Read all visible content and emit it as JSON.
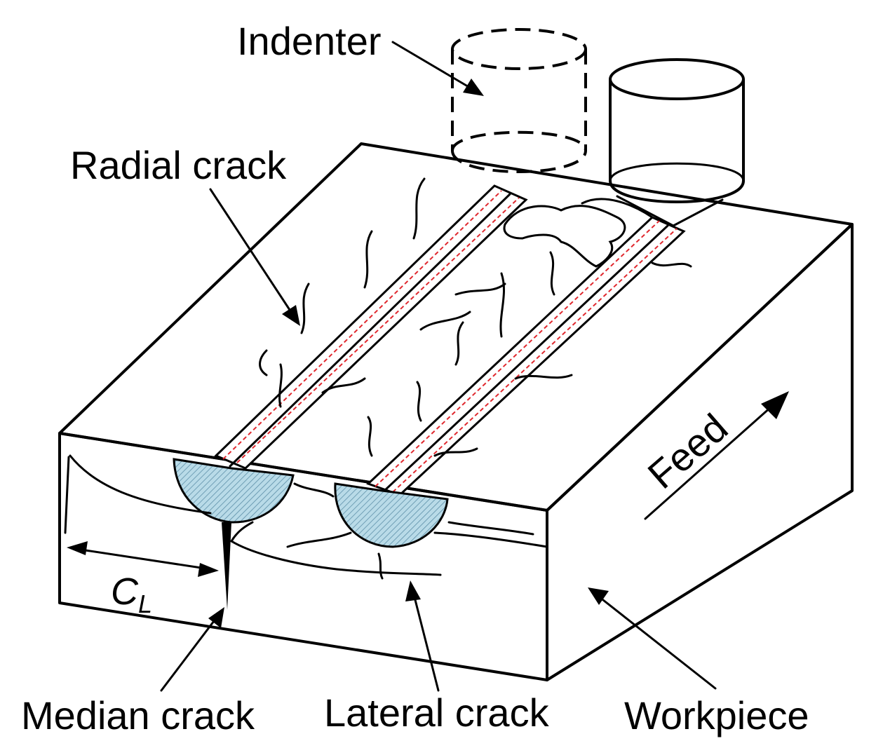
{
  "labels": {
    "indenter": "Indenter",
    "radial_crack": "Radial crack",
    "feed": "Feed",
    "cl_main": "C",
    "cl_sub": "L",
    "median_crack": "Median crack",
    "lateral_crack": "Lateral crack",
    "workpiece": "Workpiece"
  },
  "colors": {
    "zone_fill": "#b9dbe8",
    "zone_hatch": "#5d8fa8",
    "scratch_marks": "#e0282e"
  }
}
